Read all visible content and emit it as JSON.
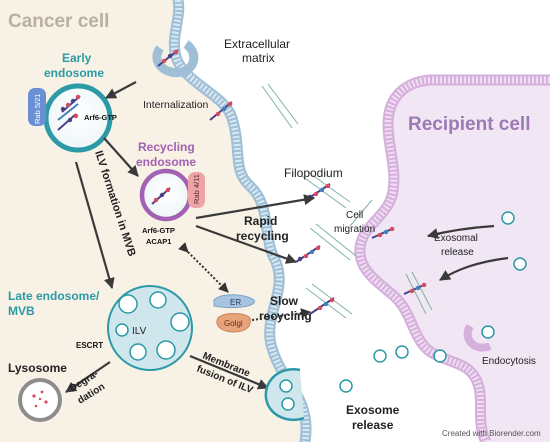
{
  "regions": {
    "cancer_cell": "Cancer cell",
    "extracellular_matrix_line1": "Extracellular",
    "extracellular_matrix_line2": "matrix",
    "recipient_cell": "Recipient cell"
  },
  "compartments": {
    "early_endosome_line1": "Early",
    "early_endosome_line2": "endosome",
    "rab_5_21": "Rab 5/21",
    "arf6_gtp_early": "Arf6-GTP",
    "recycling_endosome_line1": "Recycling",
    "recycling_endosome_line2": "endosome",
    "rab_4_11": "Rab 4/11",
    "arf6_gtp_recycling": "Arf6-GTP",
    "acap1": "ACAP1",
    "late_endosome_line1": "Late endosome/",
    "late_endosome_line2": "MVB",
    "escrt": "ESCRT",
    "ilv": "ILV",
    "lysosome": "Lysosome",
    "er": "ER",
    "golgi": "Golgi",
    "filopodium": "Filopodium"
  },
  "processes": {
    "internalization": "Internalization",
    "ilv_formation": "ILV formation in MVB",
    "rapid_recycling_line1": "Rapid",
    "rapid_recycling_line2": "recycling",
    "slow_recycling_line1": "Slow",
    "slow_recycling_line2": "recycling",
    "cell_migration_line1": "Cell",
    "cell_migration_line2": "migration",
    "degradation_line1": "Degra-",
    "degradation_line2": "dation",
    "membrane_fusion_line1": "Membrane",
    "membrane_fusion_line2": "fusion of ILV",
    "exosome_release_line1": "Exosome",
    "exosome_release_line2": "release",
    "exosomal_release_line1": "Exosomal",
    "exosomal_release_line2": "release",
    "endocytosis": "Endocytosis"
  },
  "credit": "Created with Biorender.com",
  "colors": {
    "cancer_bg": "#f8f1e6",
    "recipient_bg": "#f1e6f3",
    "membrane_blue": "#c8dcea",
    "membrane_pink": "#e2c3e6",
    "teal": "#2b9aa6",
    "purple": "#a261b2",
    "rab_pink": "#eea3a4",
    "mvb_fill": "#cfe6ec",
    "golgi": "#e7a37a",
    "er": "#a7c3df",
    "integrin_purple": "#4f3f86",
    "integrin_red": "#d64a5f",
    "integrin_blue": "#3f7fc0"
  }
}
